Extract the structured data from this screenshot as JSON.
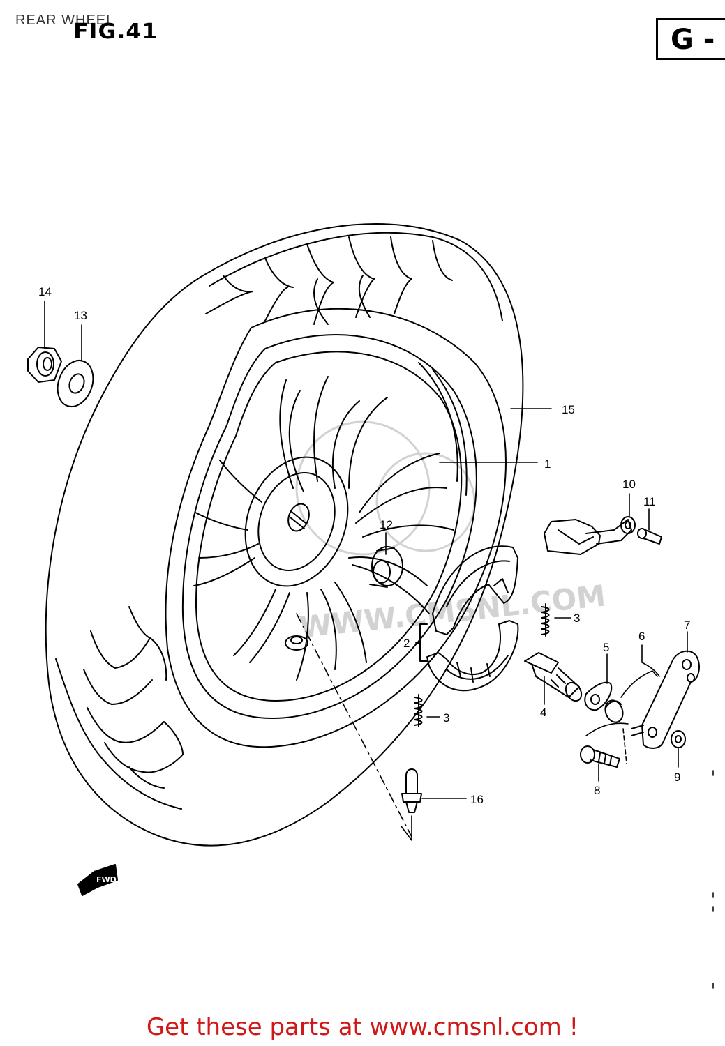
{
  "header": {
    "title": "REAR WHEEL",
    "figure": "FIG.41",
    "group_code": "G -"
  },
  "diagram": {
    "callouts": [
      {
        "id": "14",
        "text": "14"
      },
      {
        "id": "13",
        "text": "13"
      },
      {
        "id": "15",
        "text": "15"
      },
      {
        "id": "1",
        "text": "1"
      },
      {
        "id": "10",
        "text": "10"
      },
      {
        "id": "11",
        "text": "11"
      },
      {
        "id": "12",
        "text": "12"
      },
      {
        "id": "3a",
        "text": "3"
      },
      {
        "id": "7",
        "text": "7"
      },
      {
        "id": "6",
        "text": "6"
      },
      {
        "id": "5",
        "text": "5"
      },
      {
        "id": "2",
        "text": "2"
      },
      {
        "id": "4",
        "text": "4"
      },
      {
        "id": "3b",
        "text": "3"
      },
      {
        "id": "9",
        "text": "9"
      },
      {
        "id": "8",
        "text": "8"
      },
      {
        "id": "16",
        "text": "16"
      }
    ],
    "watermark": "WWW.CMSNL.COM"
  },
  "footer": {
    "link_text": "Get these parts at www.cmsnl.com !",
    "link_color": "#d01818"
  }
}
